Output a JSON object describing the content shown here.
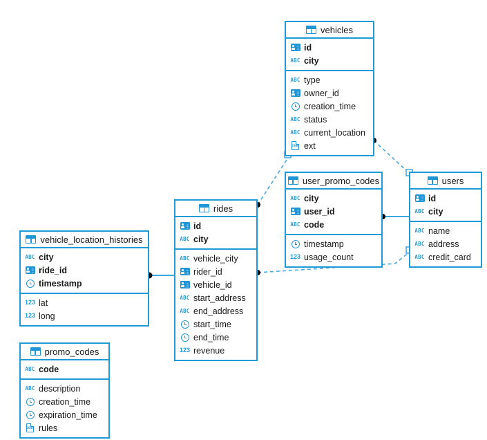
{
  "diagram": {
    "title": "database-schema-er-diagram",
    "accent": "#1e9bd7",
    "icon_color": "#2196d6",
    "background": "#ffffff",
    "table_icon_name": "table-grid-icon"
  },
  "tables": [
    {
      "id": "vehicles",
      "name": "vehicles",
      "keys": [
        {
          "icon": "id-card-icon",
          "type": "uuid",
          "label": "id"
        },
        {
          "icon": "abc-icon",
          "type": "string",
          "label": "city"
        }
      ],
      "fields": [
        {
          "icon": "abc-icon",
          "type": "string",
          "label": "type"
        },
        {
          "icon": "id-card-icon",
          "type": "uuid",
          "label": "owner_id"
        },
        {
          "icon": "clock-icon",
          "type": "timestamp",
          "label": "creation_time"
        },
        {
          "icon": "abc-icon",
          "type": "string",
          "label": "status"
        },
        {
          "icon": "abc-icon",
          "type": "string",
          "label": "current_location"
        },
        {
          "icon": "json-icon",
          "type": "json",
          "label": "ext"
        }
      ]
    },
    {
      "id": "user_promo_codes",
      "name": "user_promo_codes",
      "keys": [
        {
          "icon": "abc-icon",
          "type": "string",
          "label": "city"
        },
        {
          "icon": "id-card-icon",
          "type": "uuid",
          "label": "user_id"
        },
        {
          "icon": "abc-icon",
          "type": "string",
          "label": "code"
        }
      ],
      "fields": [
        {
          "icon": "clock-icon",
          "type": "timestamp",
          "label": "timestamp"
        },
        {
          "icon": "num-icon",
          "type": "number",
          "label": "usage_count"
        }
      ]
    },
    {
      "id": "users",
      "name": "users",
      "keys": [
        {
          "icon": "id-card-icon",
          "type": "uuid",
          "label": "id"
        },
        {
          "icon": "abc-icon",
          "type": "string",
          "label": "city"
        }
      ],
      "fields": [
        {
          "icon": "abc-icon",
          "type": "string",
          "label": "name"
        },
        {
          "icon": "abc-icon",
          "type": "string",
          "label": "address"
        },
        {
          "icon": "abc-icon",
          "type": "string",
          "label": "credit_card"
        }
      ]
    },
    {
      "id": "rides",
      "name": "rides",
      "keys": [
        {
          "icon": "id-card-icon",
          "type": "uuid",
          "label": "id"
        },
        {
          "icon": "abc-icon",
          "type": "string",
          "label": "city"
        }
      ],
      "fields": [
        {
          "icon": "abc-icon",
          "type": "string",
          "label": "vehicle_city"
        },
        {
          "icon": "id-card-icon",
          "type": "uuid",
          "label": "rider_id"
        },
        {
          "icon": "id-card-icon",
          "type": "uuid",
          "label": "vehicle_id"
        },
        {
          "icon": "abc-icon",
          "type": "string",
          "label": "start_address"
        },
        {
          "icon": "abc-icon",
          "type": "string",
          "label": "end_address"
        },
        {
          "icon": "clock-icon",
          "type": "timestamp",
          "label": "start_time"
        },
        {
          "icon": "clock-icon",
          "type": "timestamp",
          "label": "end_time"
        },
        {
          "icon": "num-icon",
          "type": "number",
          "label": "revenue"
        }
      ]
    },
    {
      "id": "vehicle_location_histories",
      "name": "vehicle_location_histories",
      "keys": [
        {
          "icon": "abc-icon",
          "type": "string",
          "label": "city"
        },
        {
          "icon": "id-card-icon",
          "type": "uuid",
          "label": "ride_id"
        },
        {
          "icon": "clock-icon",
          "type": "timestamp",
          "label": "timestamp"
        }
      ],
      "fields": [
        {
          "icon": "num-icon",
          "type": "number",
          "label": "lat"
        },
        {
          "icon": "num-icon",
          "type": "number",
          "label": "long"
        }
      ]
    },
    {
      "id": "promo_codes",
      "name": "promo_codes",
      "keys": [
        {
          "icon": "abc-icon",
          "type": "string",
          "label": "code"
        }
      ],
      "fields": [
        {
          "icon": "abc-icon",
          "type": "string",
          "label": "description"
        },
        {
          "icon": "clock-icon",
          "type": "timestamp",
          "label": "creation_time"
        },
        {
          "icon": "clock-icon",
          "type": "timestamp",
          "label": "expiration_time"
        },
        {
          "icon": "json-icon",
          "type": "json",
          "label": "rules"
        }
      ]
    }
  ],
  "relationships": [
    {
      "from": "vehicles",
      "to": "users",
      "style": "dashed"
    },
    {
      "from": "rides",
      "to": "vehicles",
      "style": "dashed"
    },
    {
      "from": "rides",
      "to": "users",
      "style": "dashed"
    },
    {
      "from": "user_promo_codes",
      "to": "users",
      "style": "solid"
    },
    {
      "from": "vehicle_location_histories",
      "to": "rides",
      "style": "solid"
    }
  ]
}
